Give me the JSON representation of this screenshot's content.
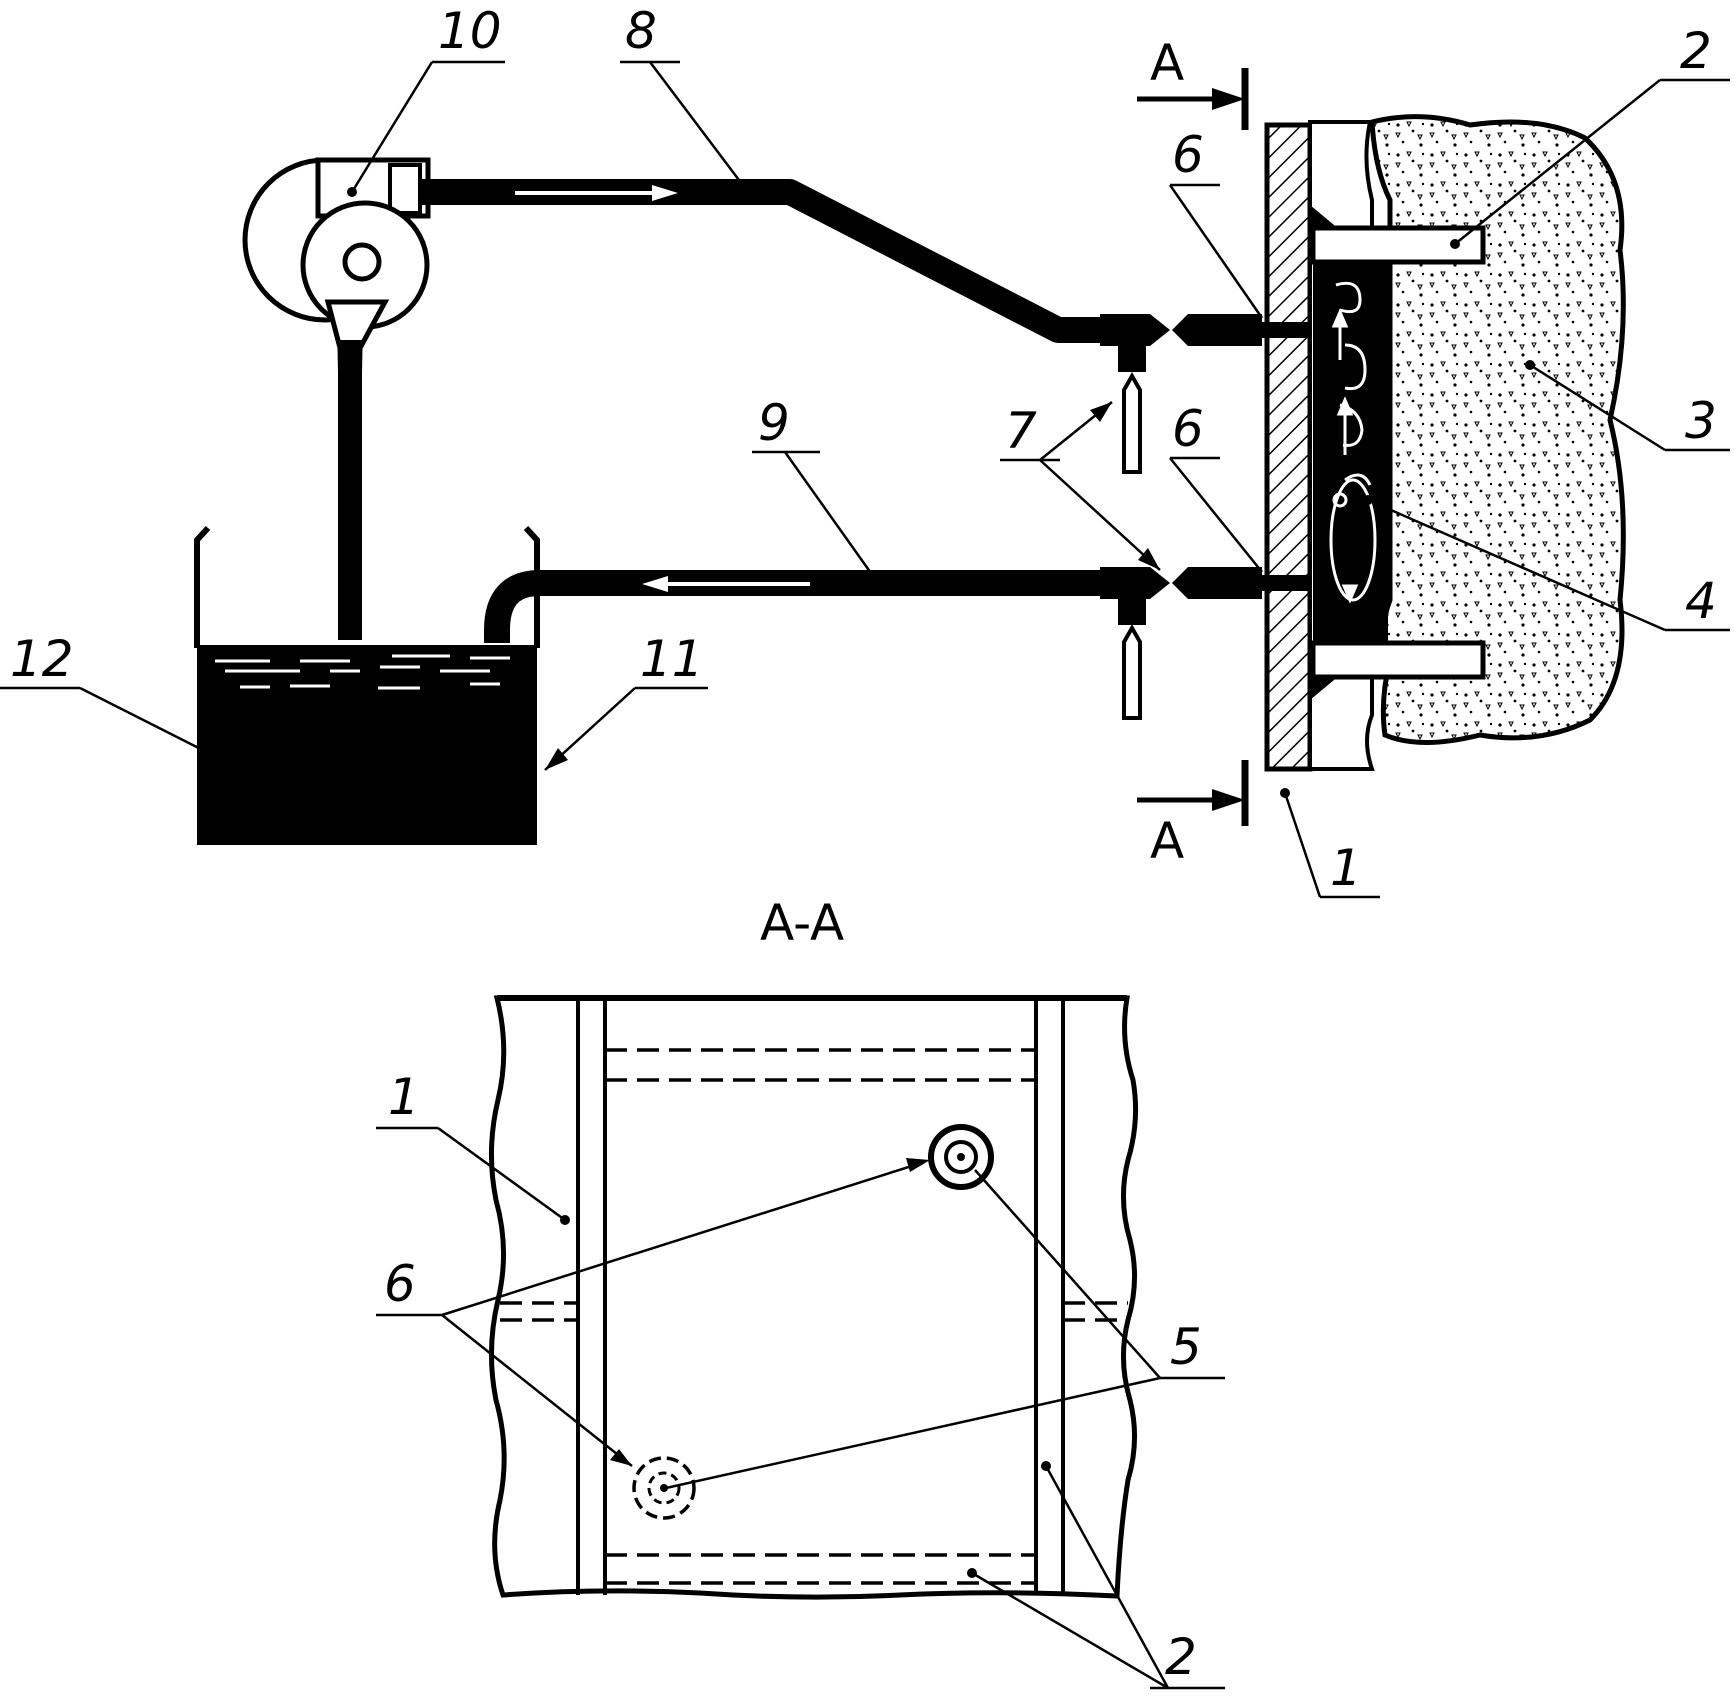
{
  "section_title": "A-A",
  "section_marks": {
    "top": "A",
    "bottom": "A"
  },
  "upper_view": {
    "labels": {
      "l1": "1",
      "l2": "2",
      "l3": "3",
      "l4": "4",
      "l6a": "6",
      "l6b": "6",
      "l7": "7",
      "l8": "8",
      "l9": "9",
      "l10": "10",
      "l11": "11",
      "l12": "12"
    }
  },
  "section_view": {
    "labels": {
      "l1": "1",
      "l2": "2",
      "l5": "5",
      "l6": "6"
    }
  },
  "colors": {
    "ink": "#000000",
    "paper": "#ffffff"
  }
}
